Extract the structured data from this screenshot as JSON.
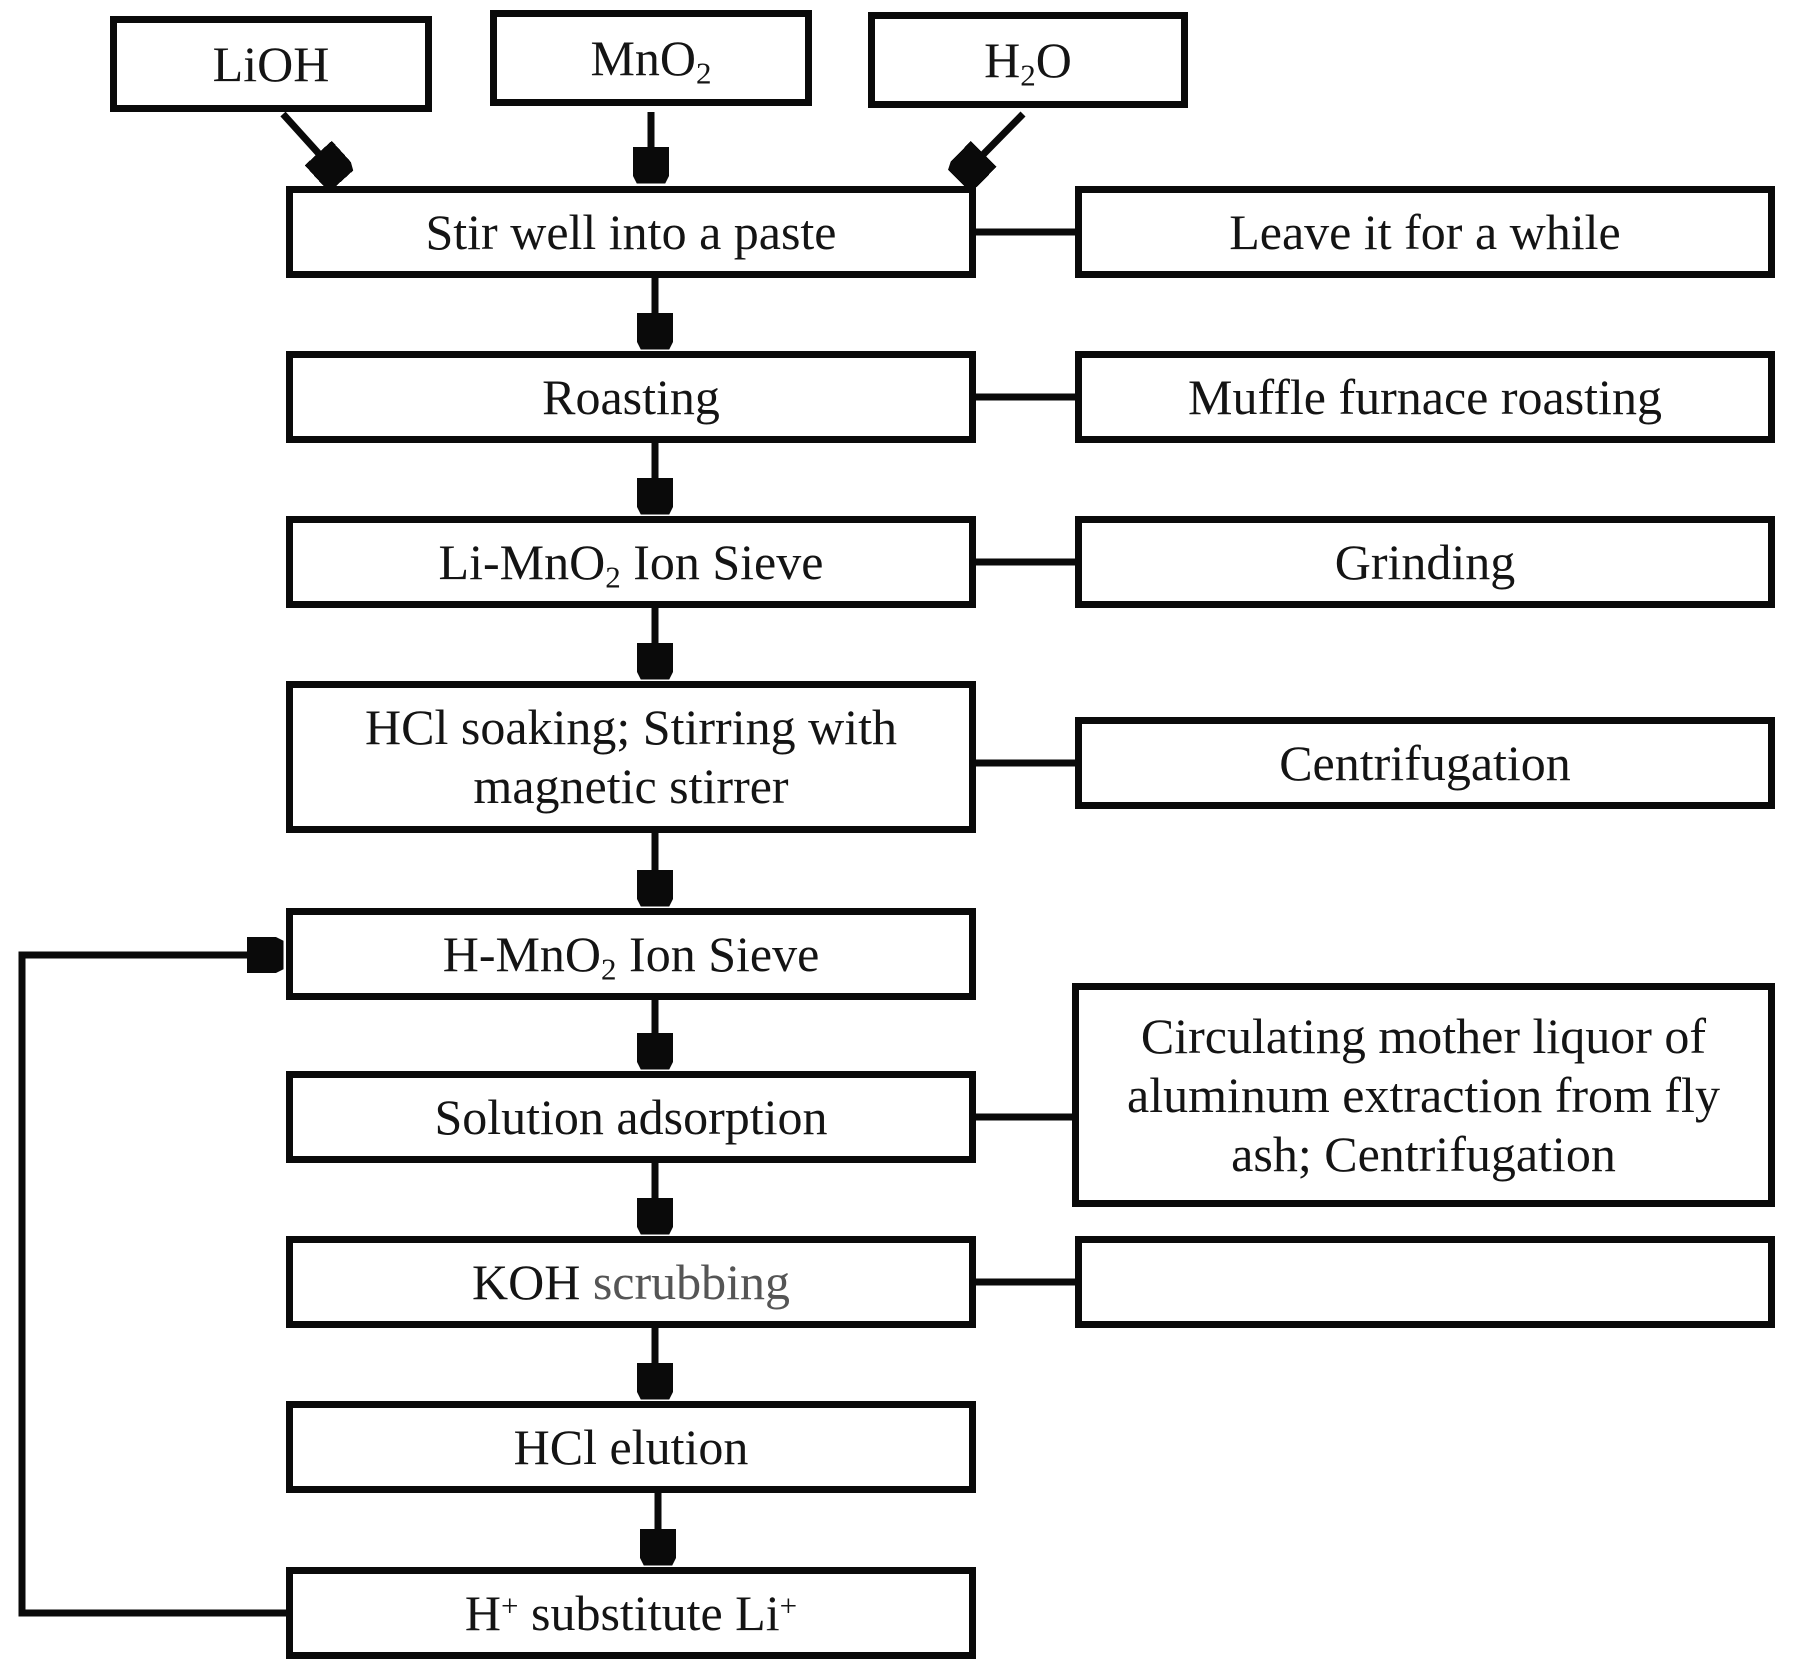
{
  "colors": {
    "line": "#0a0a0a",
    "text": "#141414",
    "muted_text": "#555555",
    "background": "#ffffff"
  },
  "nodes": {
    "lioh": {
      "parts": [
        {
          "t": "LiOH"
        }
      ]
    },
    "mno2": {
      "parts": [
        {
          "t": "MnO"
        },
        {
          "t": "2",
          "s": "sub"
        }
      ]
    },
    "h2o": {
      "parts": [
        {
          "t": "H"
        },
        {
          "t": "2",
          "s": "sub"
        },
        {
          "t": "O"
        }
      ]
    },
    "stir": {
      "parts": [
        {
          "t": "Stir well into a paste"
        }
      ]
    },
    "leave_it": {
      "parts": [
        {
          "t": "Leave it for a while"
        }
      ]
    },
    "roasting": {
      "parts": [
        {
          "t": "Roasting"
        }
      ]
    },
    "muffle": {
      "parts": [
        {
          "t": "Muffle furnace roasting"
        }
      ]
    },
    "li_sieve": {
      "parts": [
        {
          "t": "Li-MnO"
        },
        {
          "t": "2",
          "s": "sub"
        },
        {
          "t": " Ion Sieve"
        }
      ]
    },
    "grinding": {
      "parts": [
        {
          "t": "Grinding"
        }
      ]
    },
    "hcl_soak": {
      "parts": [
        {
          "t": "HCl soaking; Stirring with"
        },
        {
          "br": true
        },
        {
          "t": "magnetic stirrer"
        }
      ]
    },
    "centrifugation1": {
      "parts": [
        {
          "t": "Centrifugation"
        }
      ]
    },
    "h_sieve": {
      "parts": [
        {
          "t": "H-MnO"
        },
        {
          "t": "2",
          "s": "sub"
        },
        {
          "t": " Ion Sieve"
        }
      ]
    },
    "circulating": {
      "parts": [
        {
          "t": "Circulating mother liquor of"
        },
        {
          "br": true
        },
        {
          "t": "aluminum extraction from fly"
        },
        {
          "br": true
        },
        {
          "t": "ash; Centrifugation"
        }
      ]
    },
    "solution": {
      "parts": [
        {
          "t": "Solution adsorption"
        }
      ]
    },
    "koh": {
      "parts": [
        {
          "t": "KOH "
        },
        {
          "t": "scrubbing",
          "c": "#555555"
        }
      ]
    },
    "hcl_elution": {
      "parts": [
        {
          "t": "HCl elution"
        }
      ]
    },
    "h_substitute": {
      "parts": [
        {
          "t": "H"
        },
        {
          "t": "+",
          "s": "sup"
        },
        {
          "t": " substitute Li"
        },
        {
          "t": "+",
          "s": "sup"
        }
      ]
    }
  },
  "edges": [
    {
      "from": "lioh",
      "to": "stir",
      "type": "arrow"
    },
    {
      "from": "mno2",
      "to": "stir",
      "type": "arrow"
    },
    {
      "from": "h2o",
      "to": "stir",
      "type": "arrow"
    },
    {
      "from": "stir",
      "to": "leave_it",
      "type": "link"
    },
    {
      "from": "stir",
      "to": "roasting",
      "type": "arrow"
    },
    {
      "from": "roasting",
      "to": "muffle",
      "type": "link"
    },
    {
      "from": "roasting",
      "to": "li_sieve",
      "type": "arrow"
    },
    {
      "from": "li_sieve",
      "to": "grinding",
      "type": "link"
    },
    {
      "from": "li_sieve",
      "to": "hcl_soak",
      "type": "arrow"
    },
    {
      "from": "hcl_soak",
      "to": "centrifugation1",
      "type": "link"
    },
    {
      "from": "hcl_soak",
      "to": "h_sieve",
      "type": "arrow"
    },
    {
      "from": "h_sieve",
      "to": "solution",
      "type": "arrow"
    },
    {
      "from": "solution",
      "to": "circulating",
      "type": "link"
    },
    {
      "from": "solution",
      "to": "koh",
      "type": "arrow"
    },
    {
      "from": "koh",
      "to": "centrifugation2",
      "type": "link"
    },
    {
      "from": "koh",
      "to": "hcl_elution",
      "type": "arrow"
    },
    {
      "from": "hcl_elution",
      "to": "h_substitute",
      "type": "arrow"
    },
    {
      "from": "h_substitute",
      "to": "h_sieve",
      "type": "feedback-arrow"
    }
  ]
}
